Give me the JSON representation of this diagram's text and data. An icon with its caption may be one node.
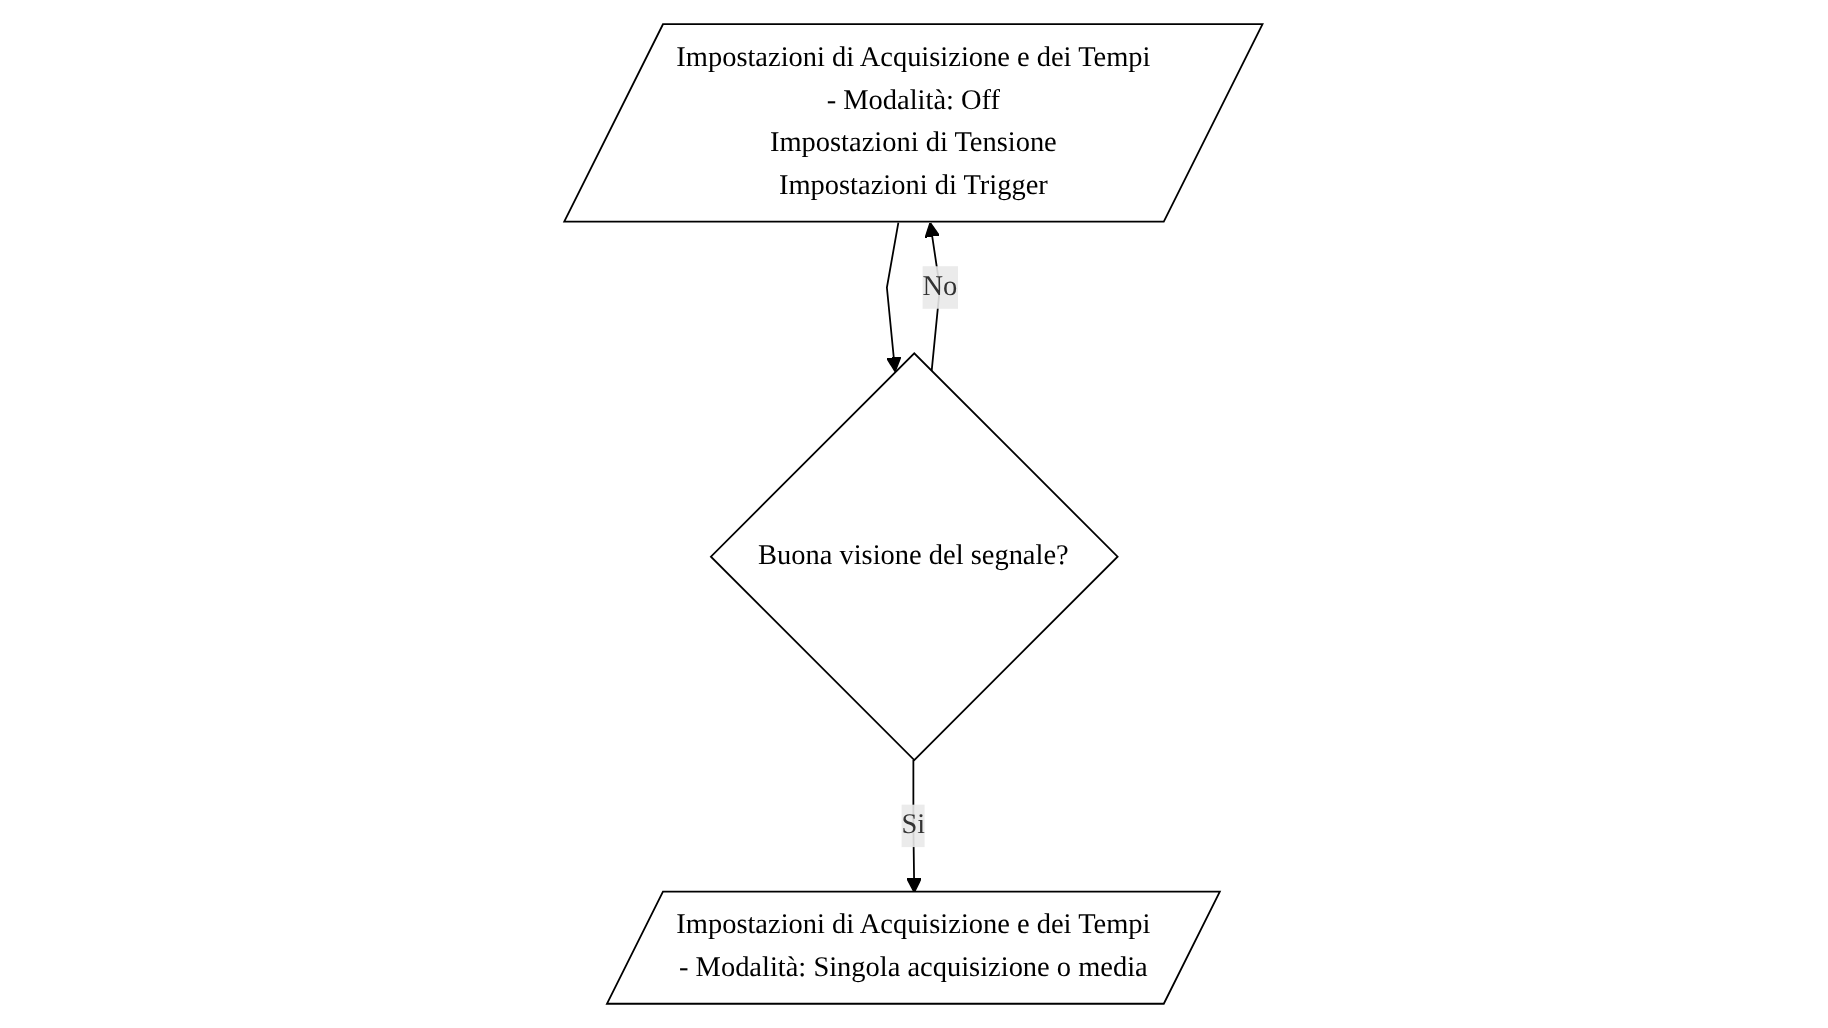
{
  "diagram": {
    "nodes": [
      {
        "text": [
          "Impostazioni di Acquisizione e dei Tempi",
          "- Modalità: Off",
          "Impostazioni di Tensione",
          "Impostazioni di Trigger"
        ]
      },
      {
        "text": [
          "Buona visione del segnale?"
        ]
      },
      {
        "text": [
          "Impostazioni di Acquisizione e dei Tempi",
          "- Modalità: Singola acquisizione o media"
        ]
      }
    ],
    "edges": [
      {
        "from": 0,
        "to": 1,
        "arrow": "to"
      },
      {
        "from": 1,
        "to": 0,
        "arrow": "to",
        "label": "No"
      },
      {
        "from": 1,
        "to": 2,
        "arrow": "to",
        "label": "Si"
      }
    ]
  }
}
